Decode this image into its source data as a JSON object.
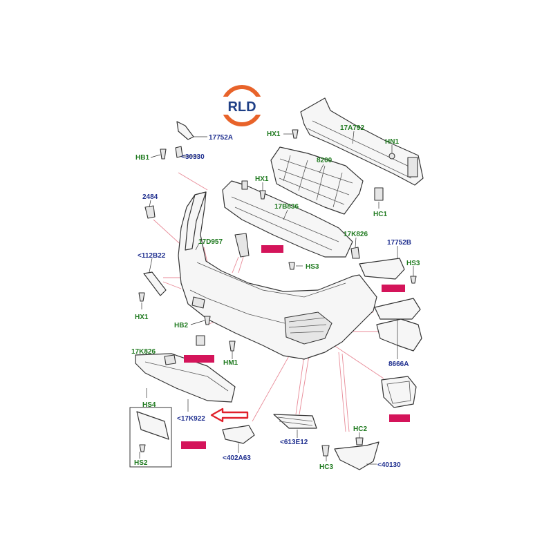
{
  "logo": {
    "text": "RLD",
    "ring_color": "#e8632a",
    "text_color": "#1e3f86"
  },
  "accent_colors": {
    "green_label": "#1f7a1f",
    "blue_label": "#1f2f8f",
    "highlight": "#d4145a",
    "arrow": "#e0202a",
    "leader_pink": "#e88a97"
  },
  "labels": {
    "l_17752A": "17752A",
    "l_HB1": "HB1",
    "l_30330": "<30330",
    "l_HX1_top": "HX1",
    "l_17A792": "17A792",
    "l_HN1": "HN1",
    "l_8200": "8200",
    "l_HX1_mid": "HX1",
    "l_HC1": "HC1",
    "l_2484": "2484",
    "l_17B836": "17B836",
    "l_17K826_top": "17K826",
    "l_17D957": "17D957",
    "l_17752B": "17752B",
    "l_112B22": "<112B22",
    "l_HS3_left": "HS3",
    "l_HS3_right": "HS3",
    "l_HX1_low": "HX1",
    "l_HB2": "HB2",
    "l_HM1": "HM1",
    "l_17K826_low": "17K826",
    "l_8666A": "8666A",
    "l_HS4": "HS4",
    "l_17K922": "<17K922",
    "l_613E12": "<613E12",
    "l_HC2": "HC2",
    "l_HS2": "HS2",
    "l_402A63": "<402A63",
    "l_HC3": "HC3",
    "l_40130": "<40130"
  }
}
